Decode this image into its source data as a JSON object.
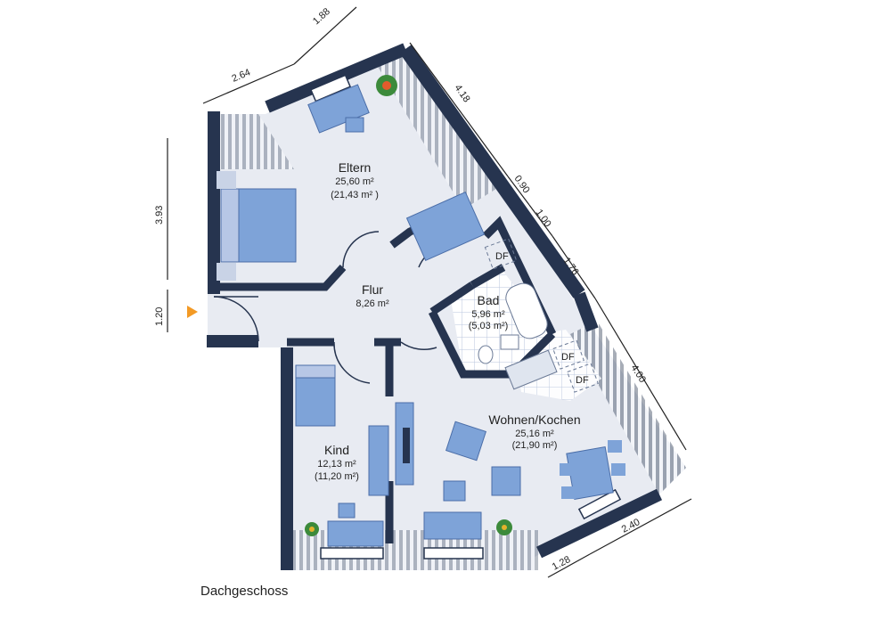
{
  "floor": {
    "title": "Dachgeschoss"
  },
  "rooms": {
    "eltern": {
      "name": "Eltern",
      "area": "25,60 m²",
      "area_net": "(21,43 m² )"
    },
    "flur": {
      "name": "Flur",
      "area": "8,26 m²"
    },
    "bad": {
      "name": "Bad",
      "area": "5,96 m²",
      "area_net": "(5,03 m²)"
    },
    "kind": {
      "name": "Kind",
      "area": "12,13 m²",
      "area_net": "(11,20 m²)"
    },
    "wohnen": {
      "name": "Wohnen/Kochen",
      "area": "25,16 m²",
      "area_net": "(21,90 m²)"
    }
  },
  "skylights": [
    "DF",
    "DF",
    "DF"
  ],
  "dimensions": {
    "top_1": "1.88",
    "top_2": "2.64",
    "right_1": "4.18",
    "right_2": "0.90",
    "right_3": "1.00",
    "right_4": "1.76",
    "right_5": "4.00",
    "bottom_1": "2.40",
    "bottom_2": "1.28",
    "left_1": "3.93",
    "left_2": "1.20"
  },
  "colors": {
    "wall": "#26344f",
    "floor": "#e7eaf1",
    "furniture": "#7ea3d8",
    "furniture_dark": "#5d83bd",
    "bath_tile": "#ffffff",
    "entrance_marker": "#f39a25"
  }
}
